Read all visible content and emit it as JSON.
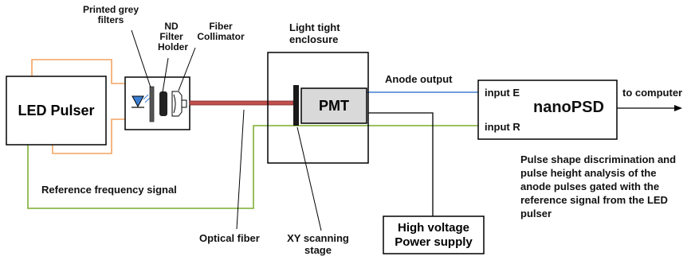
{
  "labels": {
    "led_pulser": "LED Pulser",
    "printed_grey_filters": [
      "Printed grey",
      "filters"
    ],
    "nd_filter_holder": [
      "ND",
      "Filter",
      "Holder"
    ],
    "fiber_collimator": [
      "Fiber",
      "Collimator"
    ],
    "light_tight_enclosure": [
      "Light tight",
      "enclosure"
    ],
    "pmt": "PMT",
    "anode_output": "Anode output",
    "input_e": "input E",
    "input_r": "input R",
    "nanopsd": "nanoPSD",
    "to_computer": "to computer",
    "reference_frequency_signal": "Reference frequency signal",
    "optical_fiber": "Optical fiber",
    "xy_scanning_stage": [
      "XY scanning",
      "stage"
    ],
    "high_voltage_power_supply": [
      "High voltage",
      "Power supply"
    ],
    "description": [
      "Pulse shape discrimination and",
      "pulse height analysis of the",
      "anode pulses gated with the",
      "reference signal from the LED",
      "pulser"
    ]
  },
  "colors": {
    "orange_wire": "#f4a460",
    "green_wire": "#8db84a",
    "blue_wire": "#5b8fd6",
    "fiber": "#c0504d",
    "pmt_fill": "#d9d9d9",
    "led_blue": "#3a7fd5"
  }
}
